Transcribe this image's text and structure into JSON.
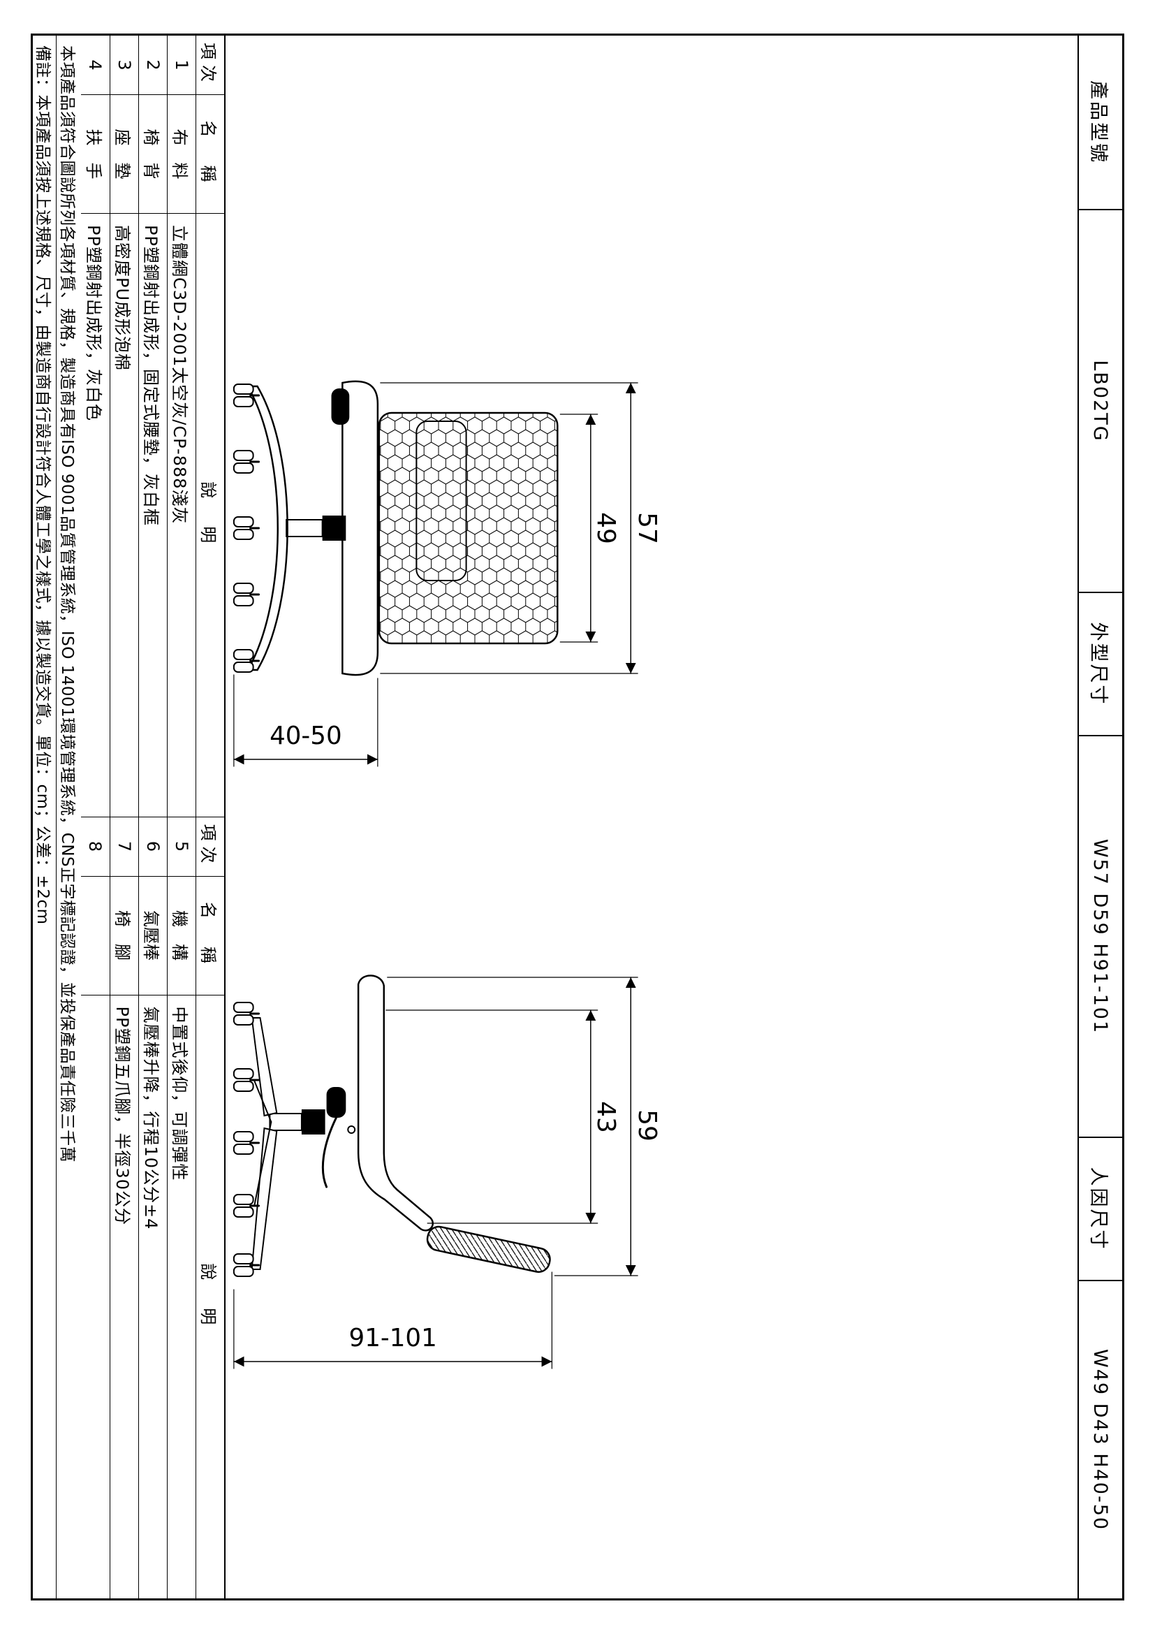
{
  "sheet": {
    "product_model_label": "產品型號",
    "product_model_value": "LB02TG",
    "outer_dim_label": "外型尺寸",
    "outer_dim_value": "W57 D59 H91-101",
    "ergo_dim_label": "人因尺寸",
    "ergo_dim_value": "W49 D43 H40-50"
  },
  "parts_table_1": {
    "headers": [
      "項次",
      "名　稱",
      "說　明"
    ],
    "rows": [
      [
        "1",
        "布　料",
        "立體網C3D-2001太空灰/CP-888淺灰"
      ],
      [
        "2",
        "椅　背",
        "PP塑鋼射出成形，固定式腰墊，灰白框"
      ],
      [
        "3",
        "座　墊",
        "高密度PU成形泡棉"
      ],
      [
        "4",
        "扶　手",
        "PP塑鋼射出成形，灰白色"
      ]
    ]
  },
  "parts_table_2": {
    "headers": [
      "項次",
      "名　稱",
      "說　明"
    ],
    "rows": [
      [
        "5",
        "機　構",
        "中置式後仰，可調彈性"
      ],
      [
        "6",
        "氣壓棒",
        "氣壓棒升降，行程10公分±4"
      ],
      [
        "7",
        "椅　腳",
        "PP塑鋼五爪腳，半徑30公分"
      ],
      [
        "8",
        "",
        ""
      ]
    ]
  },
  "notes": {
    "line1": "本項產品須符合圖說所列各項材質、規格，製造商具有ISO 9001品質管理系統，ISO 14001環境管理系統，CNS正字標記認證，並投保產品責任險三千萬",
    "line2": "備註：本項產品須按上述規格、尺寸，由製造商自行設計符合人體工學之樣式，據以製造交貨。單位：cm；公差：±2cm"
  },
  "dimensions": {
    "front_total_width": "57",
    "front_seat_width": "49",
    "front_seat_height": "40-50",
    "side_total_depth": "59",
    "side_seat_depth": "43",
    "side_total_height": "91-101"
  }
}
